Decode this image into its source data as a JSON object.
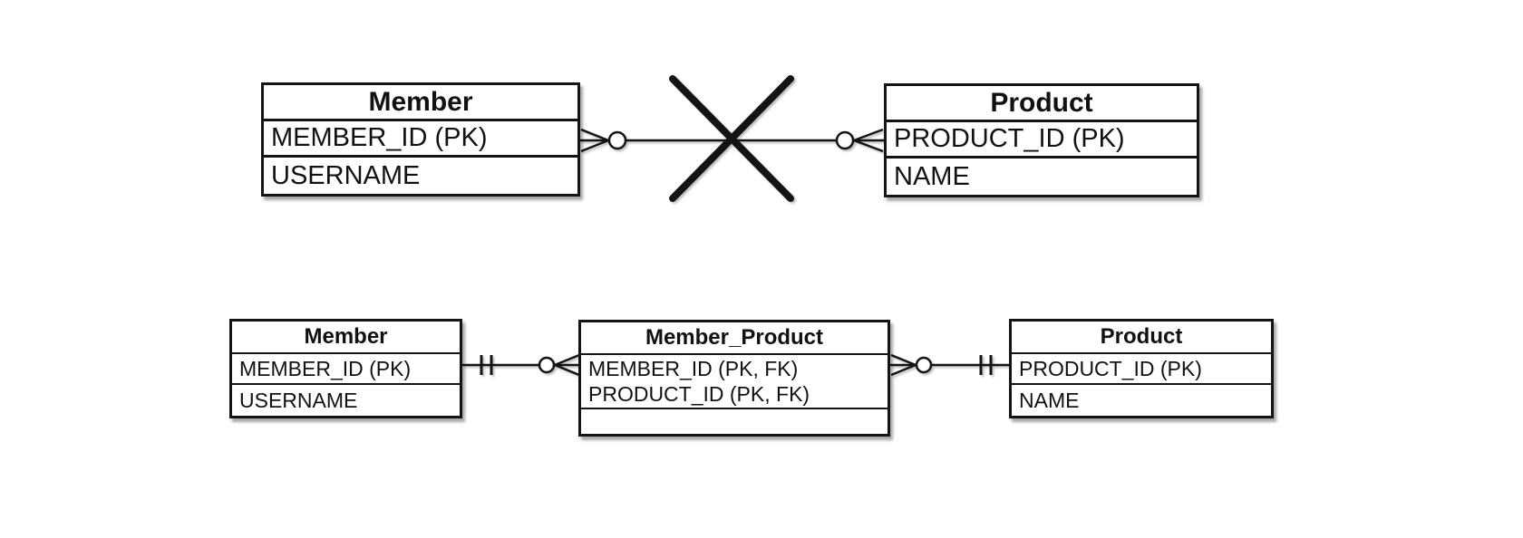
{
  "colors": {
    "background": "#ffffff",
    "line": "#141414",
    "text": "#111111"
  },
  "top_diagram": {
    "member": {
      "title": "Member",
      "attrs": [
        "MEMBER_ID (PK)",
        "USERNAME"
      ]
    },
    "product": {
      "title": "Product",
      "attrs": [
        "PRODUCT_ID (PK)",
        "NAME"
      ]
    },
    "relationship": {
      "from": "Member",
      "to": "Product",
      "from_cardinality": "zero-or-many",
      "to_cardinality": "zero-or-many",
      "type": "many-to-many",
      "crossed_out": true
    }
  },
  "bottom_diagram": {
    "member": {
      "title": "Member",
      "attrs": [
        "MEMBER_ID (PK)",
        "USERNAME"
      ]
    },
    "junction": {
      "title": "Member_Product",
      "attrs": [
        "MEMBER_ID (PK, FK)",
        "PRODUCT_ID (PK, FK)"
      ]
    },
    "product": {
      "title": "Product",
      "attrs": [
        "PRODUCT_ID (PK)",
        "NAME"
      ]
    },
    "relationships": [
      {
        "from": "Member",
        "to": "Member_Product",
        "from_cardinality": "one-and-only-one",
        "to_cardinality": "zero-or-many"
      },
      {
        "from": "Member_Product",
        "to": "Product",
        "from_cardinality": "zero-or-many",
        "to_cardinality": "one-and-only-one"
      }
    ]
  }
}
